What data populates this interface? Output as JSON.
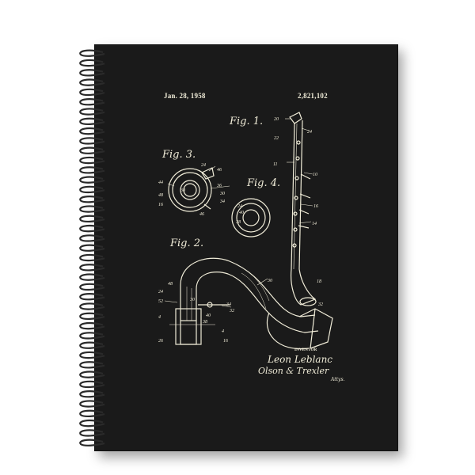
{
  "patent": {
    "date": "Jan. 28, 1958",
    "number": "2,821,102",
    "fig1": "Fig. 1.",
    "fig2": "Fig. 2.",
    "fig3": "Fig. 3.",
    "fig4": "Fig. 4.",
    "inventor_label": "INVENTOR",
    "inventor_name": "Leon Leblanc",
    "attorney": "Olson & Trexler",
    "attorney_suffix": "Attys."
  },
  "colors": {
    "cover": "#1a1a1a",
    "ink": "#f0ecd8",
    "spiral": "#2a2a2a"
  }
}
